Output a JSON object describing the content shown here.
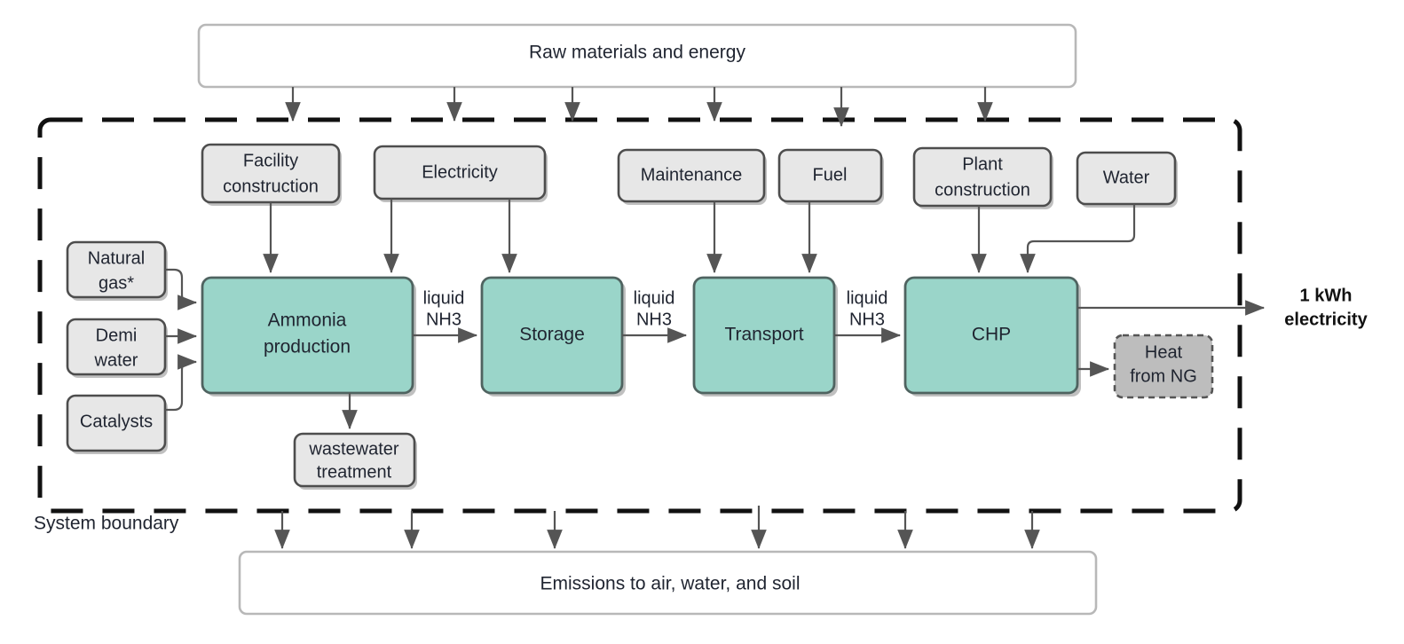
{
  "diagram": {
    "title_top": "Raw materials and energy",
    "title_bottom": "Emissions to air, water, and soil",
    "boundary_label": "System boundary",
    "output_label_line1": "1 kWh",
    "output_label_line2": "electricity",
    "inputs_top": [
      {
        "id": "facility-construction",
        "line1": "Facility",
        "line2": "construction"
      },
      {
        "id": "electricity",
        "line1": "Electricity",
        "line2": ""
      },
      {
        "id": "maintenance",
        "line1": "Maintenance",
        "line2": ""
      },
      {
        "id": "fuel",
        "line1": "Fuel",
        "line2": ""
      },
      {
        "id": "plant-construction",
        "line1": "Plant",
        "line2": "construction"
      },
      {
        "id": "water",
        "line1": "Water",
        "line2": ""
      }
    ],
    "inputs_left": [
      {
        "id": "natural-gas",
        "line1": "Natural",
        "line2": "gas*"
      },
      {
        "id": "demi-water",
        "line1": "Demi",
        "line2": "water"
      },
      {
        "id": "catalysts",
        "line1": "Catalysts",
        "line2": ""
      }
    ],
    "processes": [
      {
        "id": "ammonia-production",
        "line1": "Ammonia",
        "line2": "production"
      },
      {
        "id": "storage",
        "line1": "Storage",
        "line2": ""
      },
      {
        "id": "transport",
        "line1": "Transport",
        "line2": ""
      },
      {
        "id": "chp",
        "line1": "CHP",
        "line2": ""
      }
    ],
    "byproducts": [
      {
        "id": "wastewater-treatment",
        "line1": "wastewater",
        "line2": "treatment"
      },
      {
        "id": "heat-from-ng",
        "line1": "Heat",
        "line2": "from NG"
      }
    ],
    "flow_labels": [
      {
        "id": "flow-1",
        "line1": "liquid",
        "line2": "NH3"
      },
      {
        "id": "flow-2",
        "line1": "liquid",
        "line2": "NH3"
      },
      {
        "id": "flow-3",
        "line1": "liquid",
        "line2": "NH3"
      }
    ],
    "colors": {
      "process_fill": "#9ad5c9",
      "process_stroke": "#4f6360",
      "input_fill": "#e7e7e7",
      "input_stroke": "#4d4d4d",
      "byproduct_fill": "#bdbdbd",
      "open_stroke": "#b8b8b8",
      "boundary_stroke": "#111111",
      "connector_stroke": "#555555",
      "text": "#1f2430"
    }
  }
}
